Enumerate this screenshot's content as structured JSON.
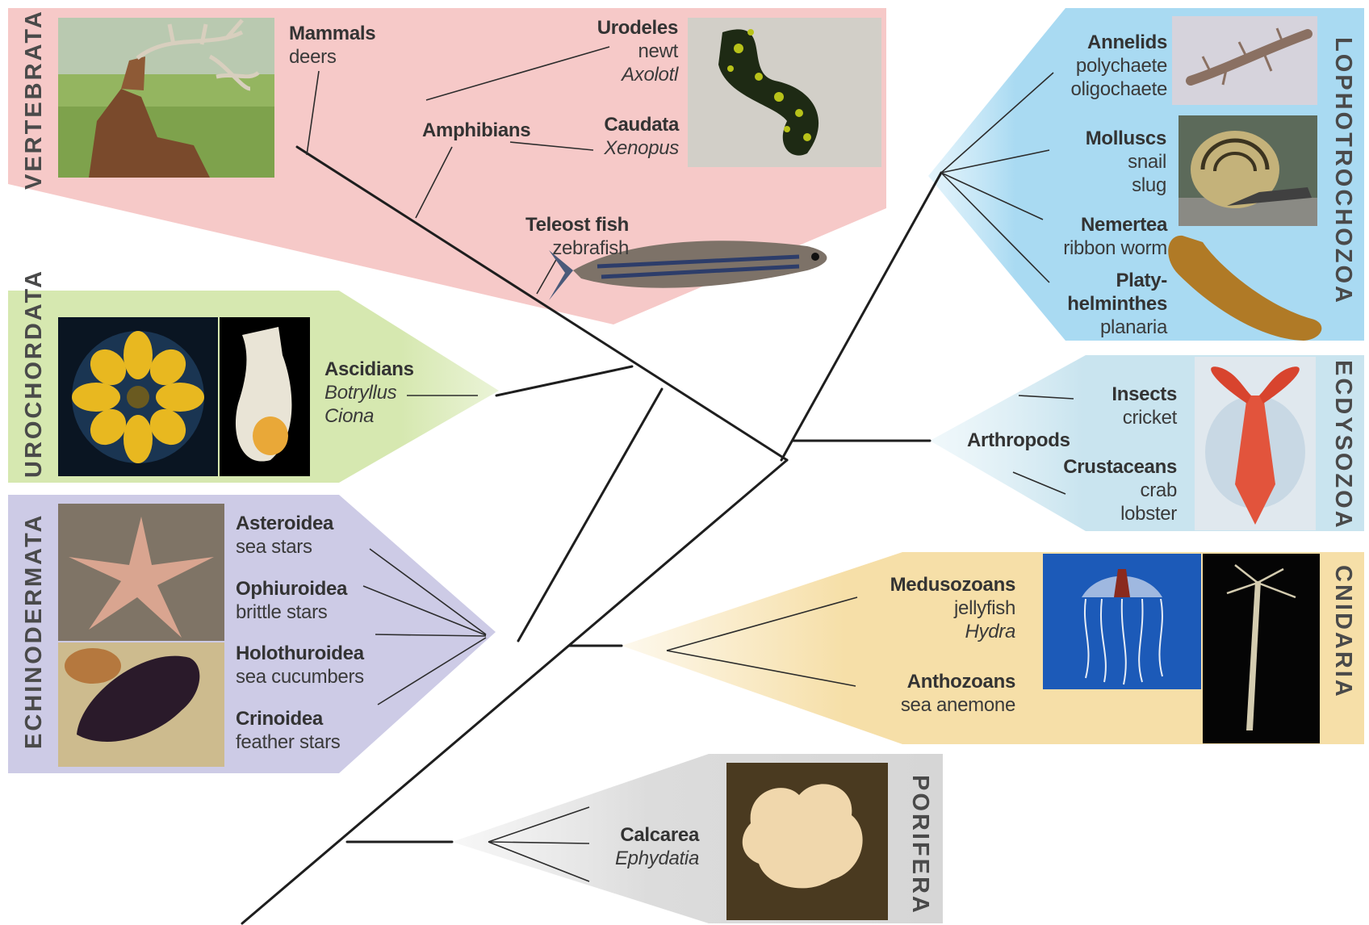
{
  "clades": {
    "vertebrata": {
      "name": "VERTEBRATA",
      "color": "#f6c9c8",
      "groups": {
        "mammals": {
          "title": "Mammals",
          "lines": [
            "deers"
          ]
        },
        "urodeles": {
          "title": "Urodeles",
          "lines": [
            "newt"
          ],
          "italic": [
            "Axolotl"
          ]
        },
        "amphibians": {
          "title": "Amphibians"
        },
        "caudata": {
          "title": "Caudata",
          "italic": [
            "Xenopus"
          ]
        },
        "teleost": {
          "title": "Teleost fish",
          "lines": [
            "zebrafish"
          ]
        }
      },
      "photos": [
        "deer-photo",
        "newt-photo",
        "zebrafish-photo"
      ]
    },
    "urochordata": {
      "name": "UROCHORDATA",
      "color": "#d6e8b0",
      "groups": {
        "ascidians": {
          "title": "Ascidians",
          "italic": [
            "Botryllus",
            "Ciona"
          ]
        }
      },
      "photos": [
        "botryllus-photo",
        "ciona-photo"
      ]
    },
    "echinodermata": {
      "name": "ECHINODERMATA",
      "color": "#cdcbe6",
      "groups": {
        "asteroidea": {
          "title": "Asteroidea",
          "lines": [
            "sea stars"
          ]
        },
        "ophiuroidea": {
          "title": "Ophiuroidea",
          "lines": [
            "brittle stars"
          ]
        },
        "holothuroidea": {
          "title": "Holothuroidea",
          "lines": [
            "sea cucumbers"
          ]
        },
        "crinoidea": {
          "title": "Crinoidea",
          "lines": [
            "feather stars"
          ]
        }
      },
      "photos": [
        "starfish-photo",
        "sea-cucumber-photo"
      ]
    },
    "lophotrochozoa": {
      "name": "LOPHOTROCHOZOA",
      "color": "#a9daf2",
      "groups": {
        "annelids": {
          "title": "Annelids",
          "lines": [
            "polychaete",
            "oligochaete"
          ]
        },
        "molluscs": {
          "title": "Molluscs",
          "lines": [
            "snail",
            "slug"
          ]
        },
        "nemertea": {
          "title": "Nemertea",
          "lines": [
            "ribbon worm"
          ]
        },
        "platyhelminthes": {
          "title1": "Platy-",
          "title2": "helminthes",
          "lines": [
            "planaria"
          ]
        }
      },
      "photos": [
        "polychaete-photo",
        "snail-photo",
        "planaria-photo"
      ]
    },
    "ecdysozoa": {
      "name": "ECDYSOZOA",
      "color": "#c9e4ef",
      "groups": {
        "insects": {
          "title": "Insects",
          "lines": [
            "cricket"
          ]
        },
        "arthropods": {
          "title": "Arthropods"
        },
        "crustaceans": {
          "title": "Crustaceans",
          "lines": [
            "crab",
            "lobster"
          ]
        }
      },
      "photos": [
        "lobster-photo"
      ]
    },
    "cnidaria": {
      "name": "CNIDARIA",
      "color": "#f6dfa8",
      "groups": {
        "medusozoans": {
          "title": "Medusozoans",
          "lines": [
            "jellyfish"
          ],
          "italic": [
            "Hydra"
          ]
        },
        "anthozoans": {
          "title": "Anthozoans",
          "lines": [
            "sea anemone"
          ]
        }
      },
      "photos": [
        "jellyfish-photo",
        "hydra-photo"
      ]
    },
    "porifera": {
      "name": "PORIFERA",
      "color": "#dddddd",
      "groups": {
        "calcarea": {
          "title": "Calcarea",
          "italic": [
            "Ephydatia"
          ]
        }
      },
      "photos": [
        "sponge-photo"
      ]
    }
  },
  "tree_color": "#1e1e1e"
}
